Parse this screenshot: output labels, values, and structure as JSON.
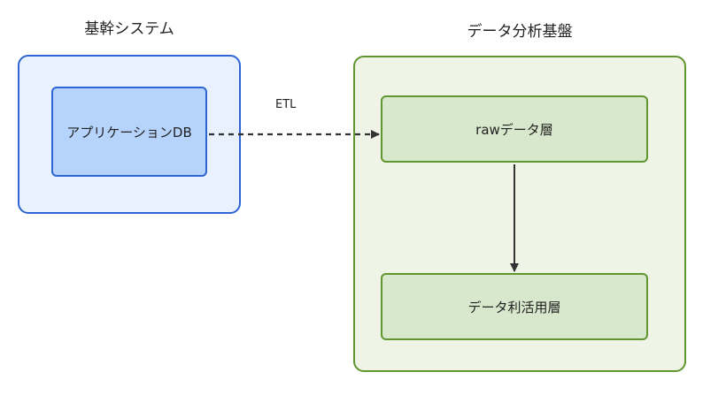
{
  "groups": {
    "core_system": {
      "title": "基幹システム"
    },
    "data_platform": {
      "title": "データ分析基盤"
    }
  },
  "nodes": {
    "app_db": {
      "label": "アプリケーションDB"
    },
    "raw_layer": {
      "label": "rawデータ層"
    },
    "use_layer": {
      "label": "データ利活用層"
    }
  },
  "edges": [
    {
      "from": "アプリケーションDB",
      "to": "rawデータ層",
      "label": "ETL",
      "style": "dashed"
    },
    {
      "from": "rawデータ層",
      "to": "データ利活用層",
      "label": "",
      "style": "solid"
    }
  ],
  "colors": {
    "core_fill": "#e8f1fd",
    "core_border": "#2d66d3",
    "node_blue_fill": "#b5d3fb",
    "platform_fill": "#eff4e7",
    "platform_border": "#5f962e",
    "node_green_fill": "#d8e8cc",
    "arrow": "#333333"
  }
}
